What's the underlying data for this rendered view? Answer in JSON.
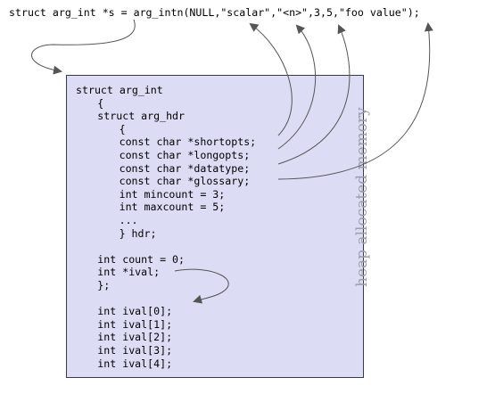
{
  "top_statement": "struct arg_int *s = arg_intn(NULL,\"scalar\",\"<n>\",3,5,\"foo value\");",
  "heap_label": "heap allocated memory",
  "struct_lines": [
    {
      "text": "struct arg_int",
      "indent": 0
    },
    {
      "text": "{",
      "indent": 3
    },
    {
      "text": "struct arg_hdr",
      "indent": 3
    },
    {
      "text": "{",
      "indent": 6
    },
    {
      "text": "const char *shortopts;",
      "indent": 6
    },
    {
      "text": "const char *longopts;",
      "indent": 6
    },
    {
      "text": "const char *datatype;",
      "indent": 6
    },
    {
      "text": "const char *glossary;",
      "indent": 6
    },
    {
      "text": "int mincount = 3;",
      "indent": 6
    },
    {
      "text": "int maxcount = 5;",
      "indent": 6
    },
    {
      "text": "...",
      "indent": 6
    },
    {
      "text": "} hdr;",
      "indent": 6
    },
    {
      "text": "",
      "indent": 0
    },
    {
      "text": "int count = 0;",
      "indent": 3
    },
    {
      "text": "int *ival;",
      "indent": 3
    },
    {
      "text": "};",
      "indent": 3
    },
    {
      "text": "",
      "indent": 0
    },
    {
      "text": "int ival[0];",
      "indent": 3
    },
    {
      "text": "int ival[1];",
      "indent": 3
    },
    {
      "text": "int ival[2];",
      "indent": 3
    },
    {
      "text": "int ival[3];",
      "indent": 3
    },
    {
      "text": "int ival[4];",
      "indent": 3
    }
  ],
  "colors": {
    "box_fill": "#dcdcf5",
    "box_border": "#3a3a4a",
    "arrow": "#555555",
    "label": "#9c9cae"
  }
}
